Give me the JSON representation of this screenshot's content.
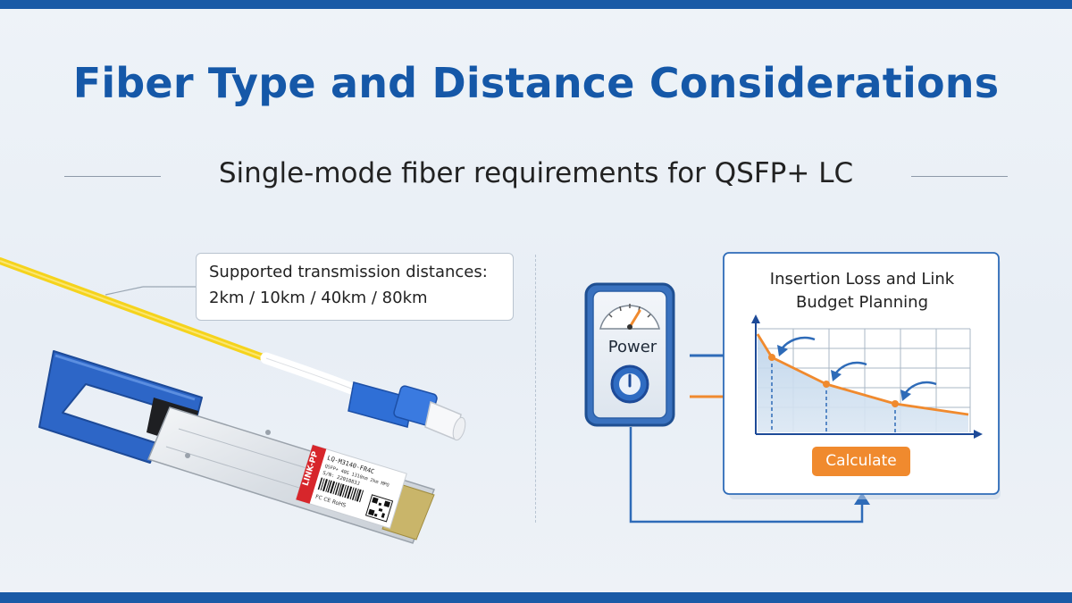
{
  "header": {
    "title": "Fiber Type and Distance Considerations",
    "subtitle": "Single-mode fiber requirements for QSFP+ LC"
  },
  "callout": {
    "heading": "Supported transmission distances:",
    "distances": "2km / 10km / 40km / 80km"
  },
  "module_label": {
    "brand": "LINK-PP",
    "part_number": "LQ-M3140-FR4C",
    "description": "QSFP+ 40G 1310nm 2km MPO",
    "serial": "S/N: 2201083J",
    "marks": "FC CE RoHS"
  },
  "power_meter": {
    "label": "Power"
  },
  "chart": {
    "title_line1": "Insertion Loss and Link",
    "title_line2": "Budget Planning",
    "button_label": "Calculate"
  },
  "colors": {
    "brand_blue": "#1558a8",
    "accent_orange": "#f08a2e",
    "fiber_yellow": "#f5d31c",
    "connector_blue": "#2f6fd6",
    "module_red": "#d7262b"
  }
}
